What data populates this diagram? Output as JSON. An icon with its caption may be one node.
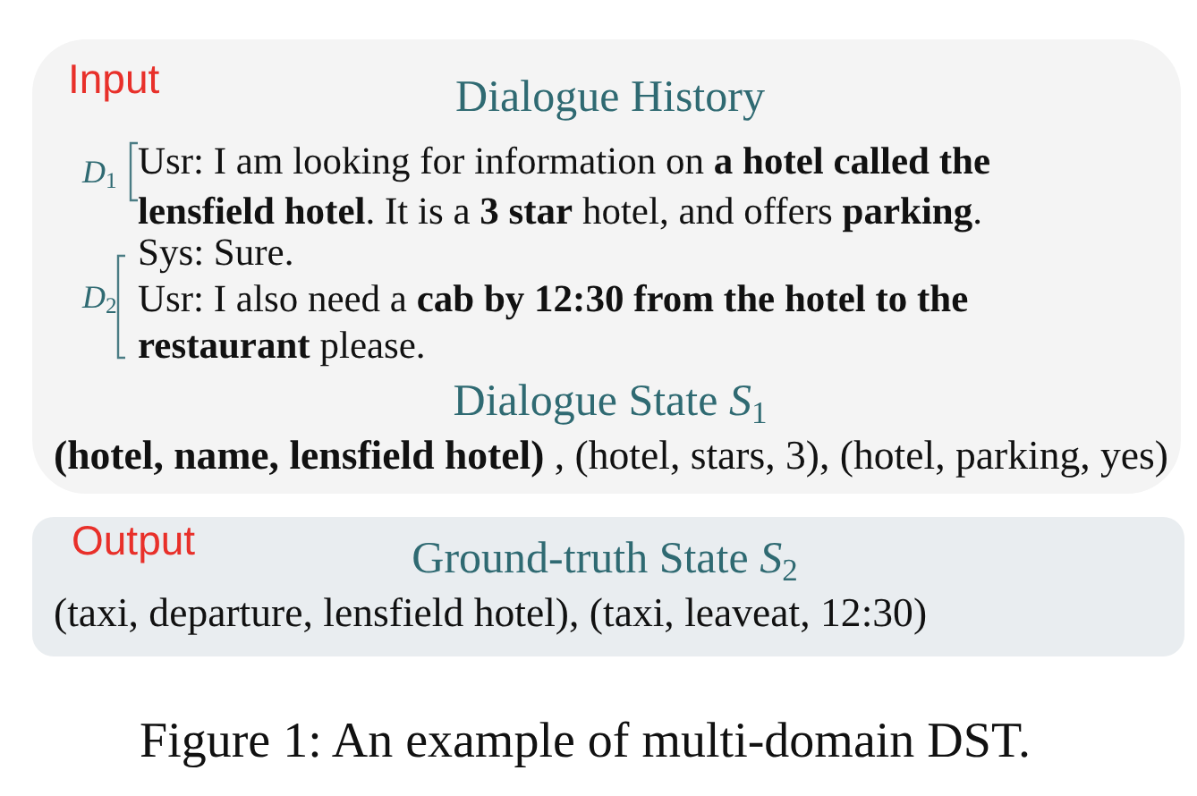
{
  "diagram": {
    "caption": "Figure 1: An example of multi-domain DST.",
    "nodes": [
      {
        "text": [
          "Input",
          "Dialogue History",
          "Usr: I am looking for information on **a hotel called the lensfield hotel**. It is a **3 star** hotel, and offers **parking**.",
          "Sys: Sure.",
          "Usr: I also need a **cab by 12:30 from the hotel to the restaurant** please.",
          "Dialogue State *S*$_{1}$",
          "**(hotel, name, lensfield hotel)** , (hotel, stars, 3), (hotel, parking, yes)"
        ]
      },
      {
        "text": [
          "Output",
          "Ground-truth State *S*$_{2}$",
          "(taxi, departure, lensfield hotel), (taxi, leaveat, 12:30)"
        ]
      }
    ],
    "labels": [
      "*D*$_{1}$",
      "*D*$_{2}$"
    ]
  }
}
